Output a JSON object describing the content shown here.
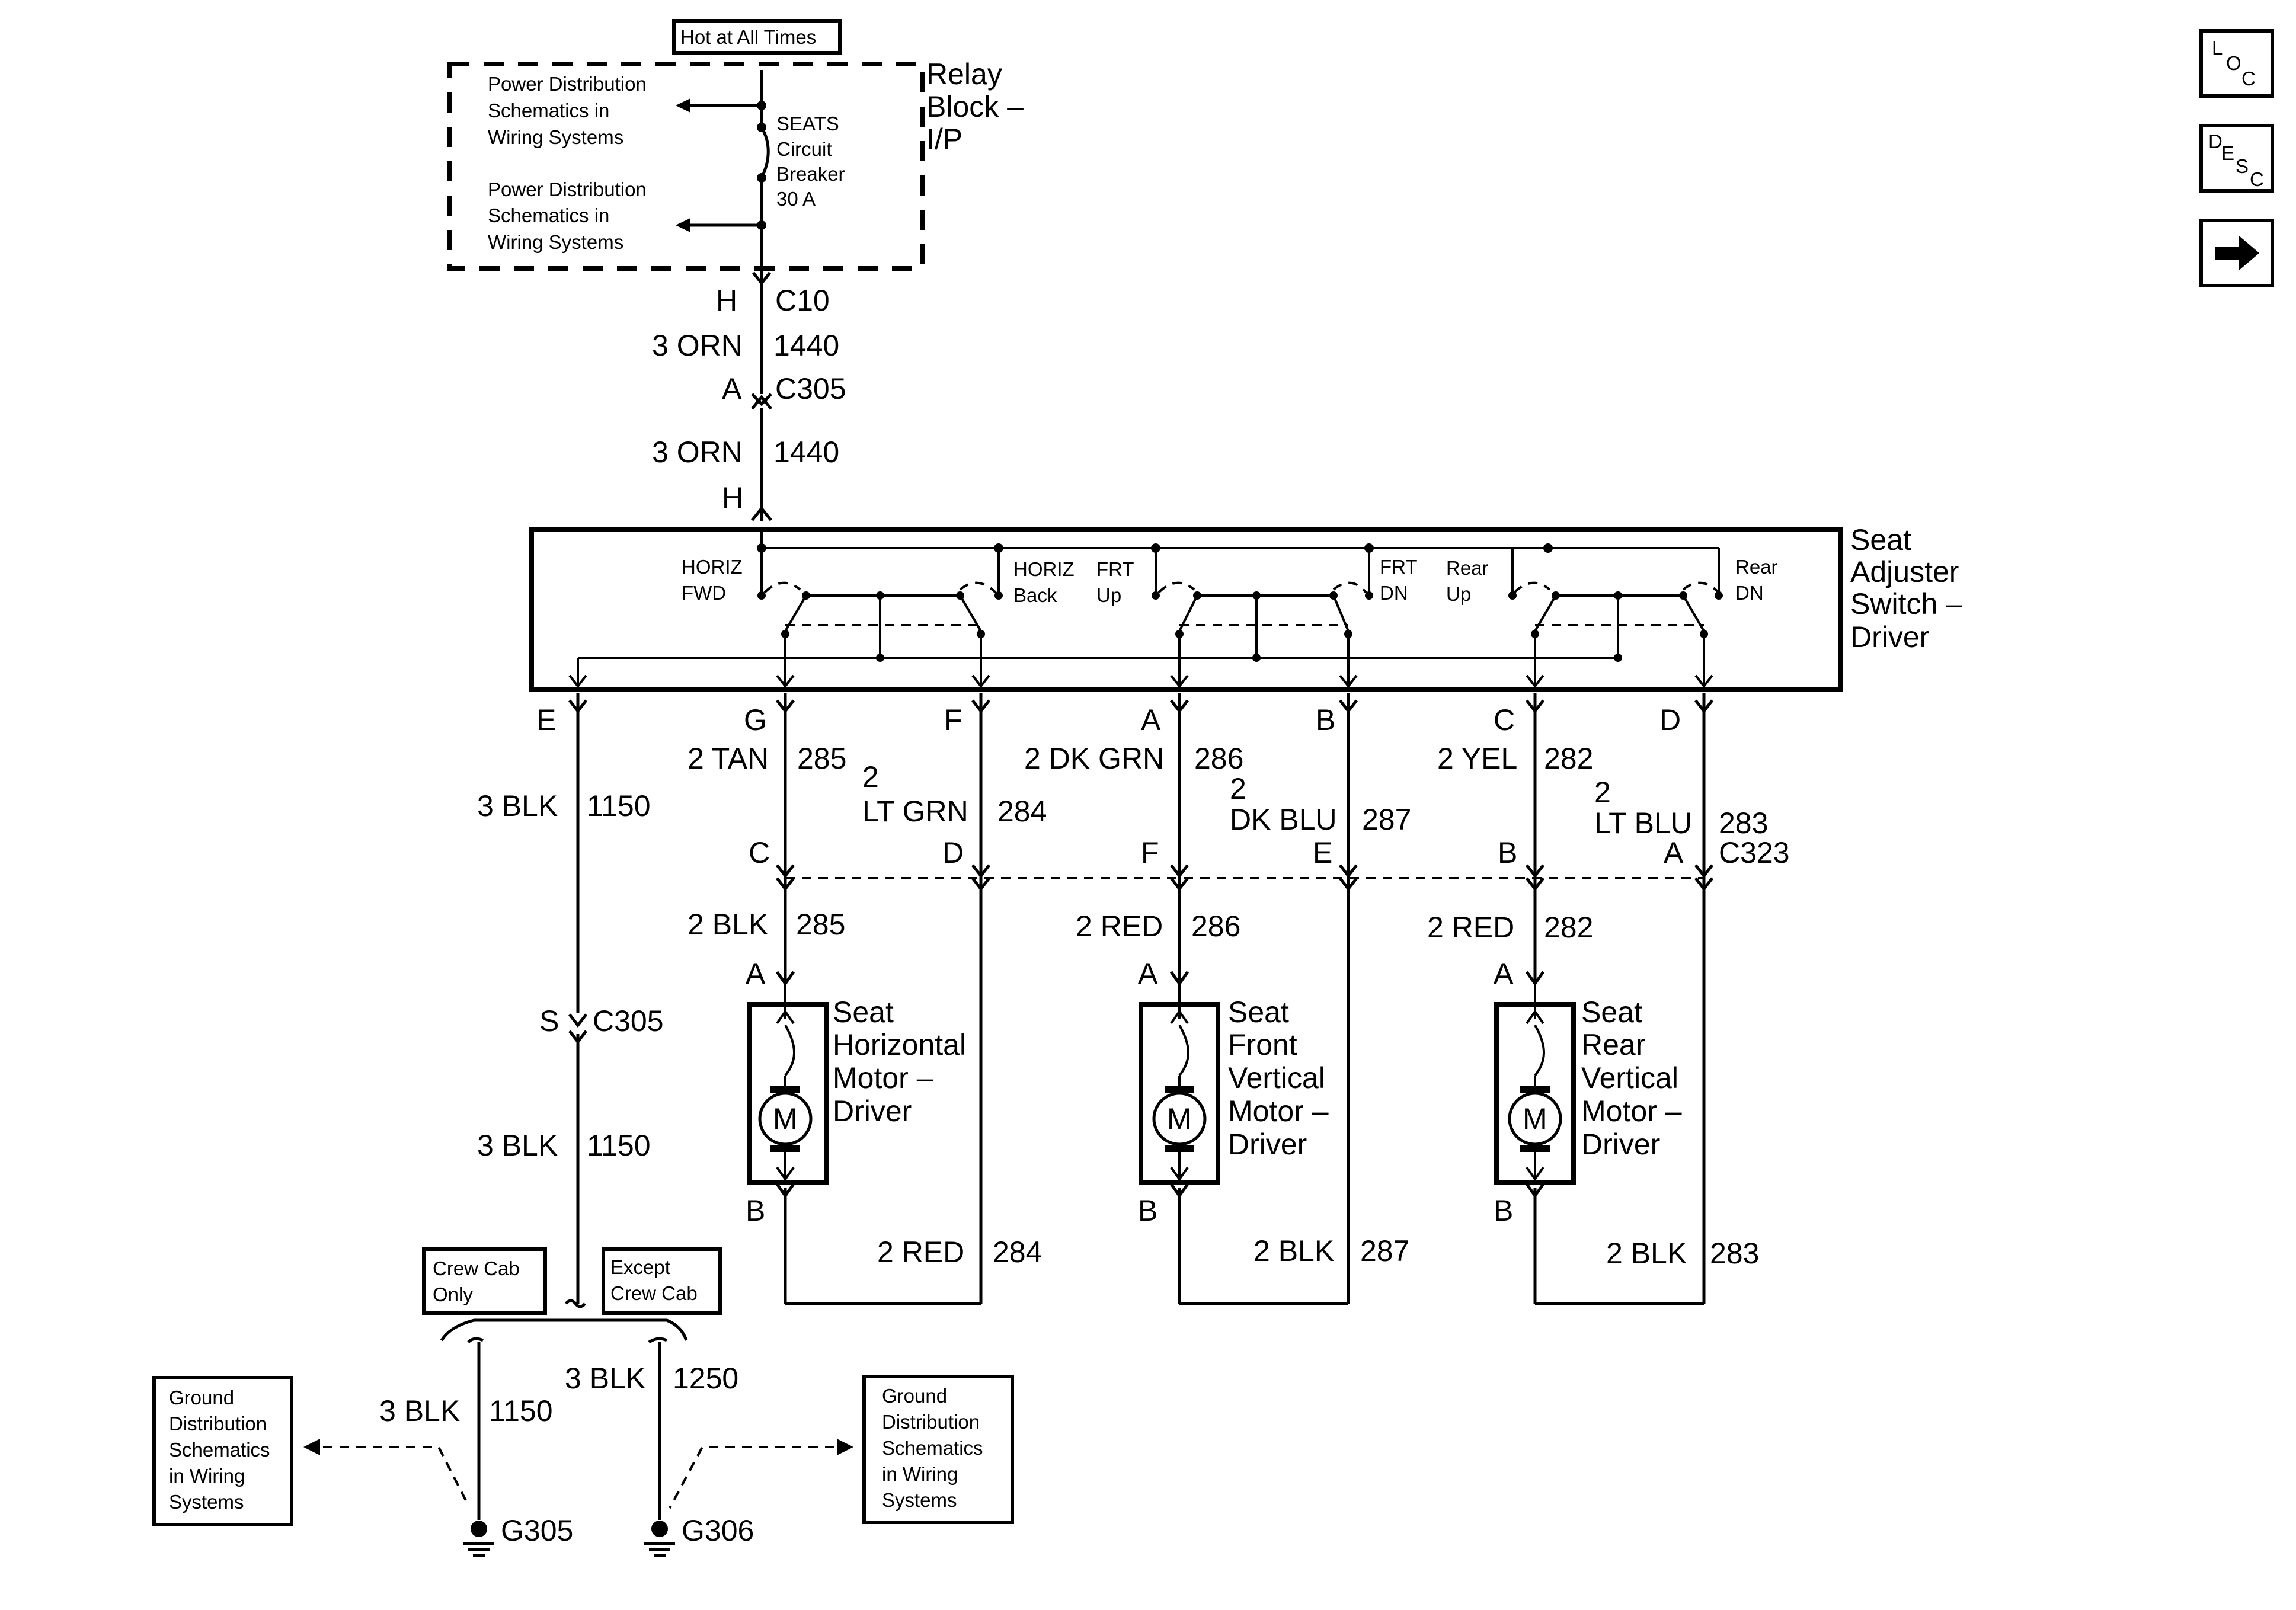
{
  "nav": {
    "loc": {
      "l": "L",
      "o": "O",
      "c": "C"
    },
    "desc": {
      "d": "D",
      "e": "E",
      "s": "S",
      "c": "C"
    }
  },
  "relay": {
    "hot_label": "Hot at All Times",
    "pd_label": [
      "Power Distribution",
      "Schematics in",
      "Wiring Systems"
    ],
    "cb_label": [
      "SEATS",
      "Circuit",
      "Breaker",
      "30 A"
    ],
    "block_label": [
      "Relay",
      "Block –",
      "I/P"
    ]
  },
  "feed": {
    "c10_pin": "H",
    "c10": "C10",
    "wire1": "3 ORN",
    "circ1": "1440",
    "c305_pin": "A",
    "c305": "C305",
    "wire2": "3 ORN",
    "circ2": "1440",
    "switch_pin": "H"
  },
  "switch": {
    "label": [
      "Seat",
      "Adjuster",
      "Switch –",
      "Driver"
    ],
    "contacts": [
      {
        "a": "HORIZ",
        "b": "FWD"
      },
      {
        "a": "HORIZ",
        "b": "Back"
      },
      {
        "a": "FRT",
        "b": "Up"
      },
      {
        "a": "FRT",
        "b": "DN"
      },
      {
        "a": "Rear",
        "b": "Up"
      },
      {
        "a": "Rear",
        "b": "DN"
      }
    ],
    "pins": [
      "E",
      "G",
      "F",
      "A",
      "B",
      "C",
      "D"
    ]
  },
  "ground_feed": {
    "wire": "3 BLK",
    "circ": "1150",
    "c305_pin": "S",
    "c305": "C305",
    "wire2": "3 BLK",
    "circ2": "1150"
  },
  "switch_wires": [
    {
      "wire": "2 TAN",
      "circ": "285"
    },
    {
      "size": "2",
      "wire": "LT GRN",
      "circ": "284"
    },
    {
      "wire": "2 DK GRN",
      "circ": "286"
    },
    {
      "size": "2",
      "wire": "DK BLU",
      "circ": "287"
    },
    {
      "wire": "2 YEL",
      "circ": "282"
    },
    {
      "size": "2",
      "wire": "LT BLU",
      "circ": "283"
    }
  ],
  "c323": {
    "name": "C323",
    "pins": [
      "C",
      "D",
      "F",
      "E",
      "B",
      "A"
    ]
  },
  "motors": [
    {
      "label": [
        "Seat",
        "Horizontal",
        "Motor –",
        "Driver"
      ],
      "top_wire": "2 BLK",
      "top_circ": "285",
      "bot_wire": "2 RED",
      "bot_circ": "284",
      "pin_a": "A",
      "pin_b": "B",
      "symbol": "M"
    },
    {
      "label": [
        "Seat",
        "Front",
        "Vertical",
        "Motor –",
        "Driver"
      ],
      "top_wire": "2 RED",
      "top_circ": "286",
      "bot_wire": "2 BLK",
      "bot_circ": "287",
      "pin_a": "A",
      "pin_b": "B",
      "symbol": "M"
    },
    {
      "label": [
        "Seat",
        "Rear",
        "Vertical",
        "Motor –",
        "Driver"
      ],
      "top_wire": "2 RED",
      "top_circ": "282",
      "bot_wire": "2 BLK",
      "bot_circ": "283",
      "pin_a": "A",
      "pin_b": "B",
      "symbol": "M"
    }
  ],
  "grounds": {
    "crew_cab": [
      "Crew Cab",
      "Only"
    ],
    "except_crew_cab": [
      "Except",
      "Crew Cab"
    ],
    "gd_label": [
      "Ground",
      "Distribution",
      "Schematics",
      "in Wiring",
      "Systems"
    ],
    "gd_label_right": [
      "Ground",
      "Distribution",
      "Schematics",
      "in Wiring",
      "Systems"
    ],
    "left": {
      "wire": "3 BLK",
      "circ": "1150",
      "name": "G305"
    },
    "right": {
      "wire": "3 BLK",
      "circ": "1250",
      "name": "G306"
    }
  }
}
